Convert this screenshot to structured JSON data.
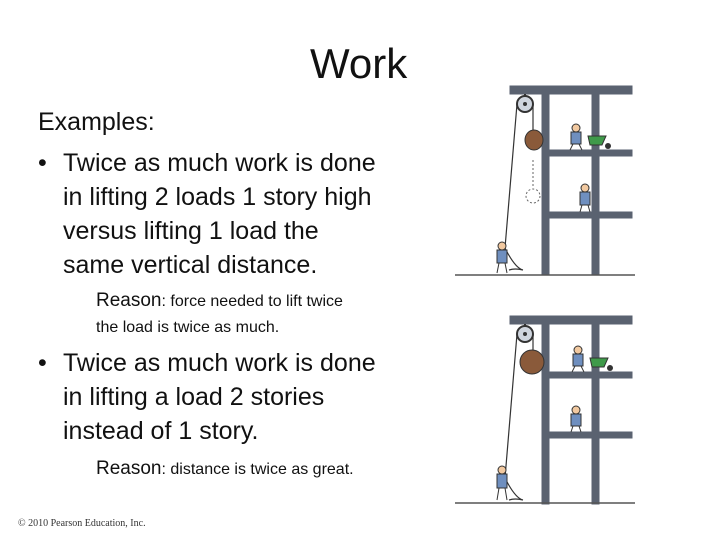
{
  "slide": {
    "title": "Work",
    "intro": "Examples:",
    "bullets": [
      {
        "symbol": "•",
        "text": "Twice as much work is done\nin lifting 2 loads 1 story high\nversus lifting 1 load the\nsame vertical distance.",
        "reason_label": "Reason",
        "reason_line1": ": force needed to lift twice",
        "reason_line2": "the load is twice as much."
      },
      {
        "symbol": "•",
        "text": "Twice as much work is done\nin lifting a load 2 stories\ninstead of 1 story.",
        "reason_label": "Reason",
        "reason_line1": ": distance is twice as great."
      }
    ],
    "copyright": "© 2010 Pearson Education, Inc."
  },
  "colors": {
    "steel": "#5a6270",
    "worker_shirt": "#6f8fbf",
    "load_bag": "#8a5a3a",
    "wheelbarrow": "#3f9a4a",
    "ground": "#555555"
  }
}
